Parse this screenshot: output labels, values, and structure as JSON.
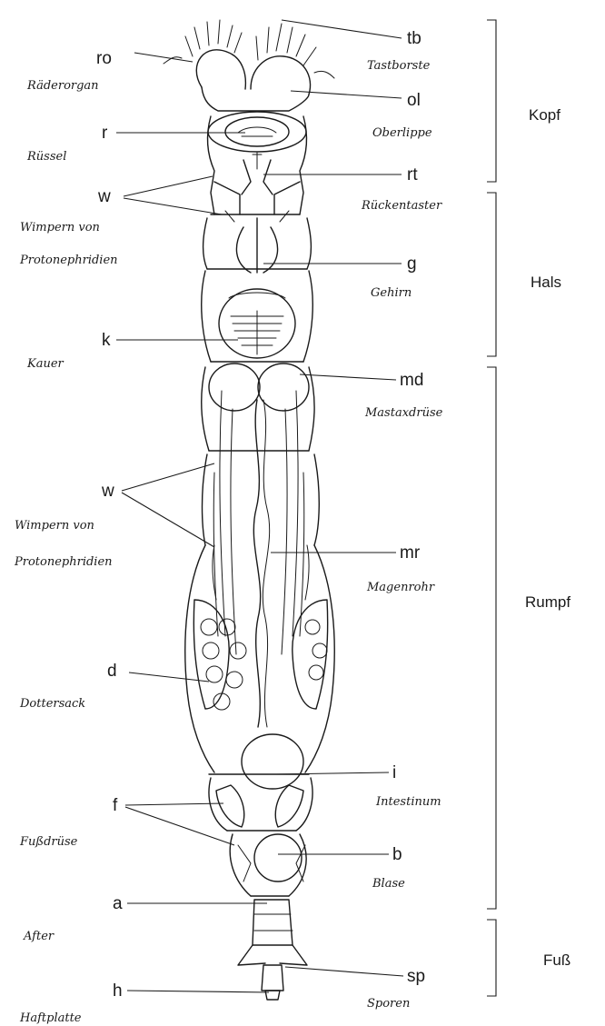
{
  "labels": {
    "ro": {
      "abbr": "ro",
      "name": "Räderorgan"
    },
    "tb": {
      "abbr": "tb",
      "name": "Tastborste"
    },
    "ol": {
      "abbr": "ol",
      "name": "Oberlippe"
    },
    "r": {
      "abbr": "r",
      "name": "Rüssel"
    },
    "rt": {
      "abbr": "rt",
      "name": "Rückentaster"
    },
    "w1": {
      "abbr": "w",
      "name_line1": "Wimpern von",
      "name_line2": "Protonephridien"
    },
    "g": {
      "abbr": "g",
      "name": "Gehirn"
    },
    "k": {
      "abbr": "k",
      "name": "Kauer"
    },
    "md": {
      "abbr": "md",
      "name": "Mastaxdrüse"
    },
    "w2": {
      "abbr": "w",
      "name_line1": "Wimpern von",
      "name_line2": "Protonephridien"
    },
    "mr": {
      "abbr": "mr",
      "name": "Magenrohr"
    },
    "d": {
      "abbr": "d",
      "name": "Dottersack"
    },
    "i": {
      "abbr": "i",
      "name": "Intestinum"
    },
    "f": {
      "abbr": "f",
      "name": "Fußdrüse"
    },
    "b": {
      "abbr": "b",
      "name": "Blase"
    },
    "a": {
      "abbr": "a",
      "name": "After"
    },
    "sp": {
      "abbr": "sp",
      "name": "Sporen"
    },
    "h": {
      "abbr": "h",
      "name": "Haftplatte"
    }
  },
  "regions": {
    "kopf": "Kopf",
    "hals": "Hals",
    "rumpf": "Rumpf",
    "fuss": "Fuß"
  }
}
